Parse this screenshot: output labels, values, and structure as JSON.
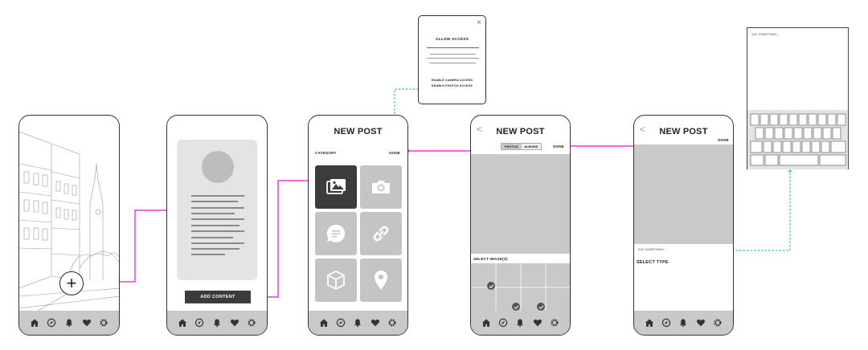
{
  "screens": {
    "new_post_title": "NEW POST",
    "category_label": "CATEGORY",
    "done_label": "DONE",
    "add_content_label": "ADD CONTENT",
    "photos_tab": "PHOTOS",
    "albums_tab": "ALBUMS",
    "select_images_label": "SELECT IMAGE(S)",
    "say_something_placeholder": "SAY SOMETHING...",
    "select_type_label": "SELECT TYPE",
    "dialog_title": "ALLOW ACCESS",
    "dialog_close_glyph": "×",
    "enable_camera": "ENABLE CAMERA ACCESS",
    "enable_photos": "ENABLE PHOTOS ACCESS",
    "back_glyph": "<",
    "plus_glyph": "+"
  },
  "icons": [
    "home-icon",
    "compass-icon",
    "bell-icon",
    "heart-icon",
    "gear-icon",
    "gallery-icon",
    "camera-icon",
    "chat-icon",
    "link-icon",
    "box-icon",
    "location-icon",
    "check-icon"
  ],
  "colors": {
    "flow_link": "#e83ad6",
    "permission_link": "#39b6e0",
    "placeholder_gray": "#c9c9c9",
    "dark": "#3c3c3c"
  }
}
